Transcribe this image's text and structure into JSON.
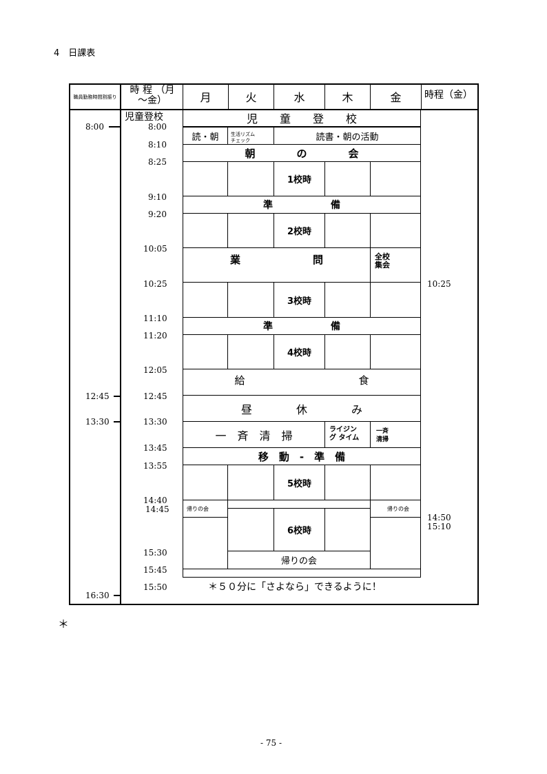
{
  "section_title": "4　日課表",
  "header": {
    "col0": "職員勤務時間割振り",
    "col1": "時 程 （月 ～金）",
    "days": [
      "月",
      "火",
      "水",
      "木",
      "金"
    ],
    "col_fri": "時程（金）"
  },
  "left_times": [
    "8:00",
    "12:45",
    "13:30",
    "16:30"
  ],
  "time_labels": [
    "8:00",
    "8:10",
    "8:25",
    "9:10",
    "9:20",
    "10:05",
    "10:25",
    "11:10",
    "11:20",
    "12:05",
    "12:45",
    "13:30",
    "13:45",
    "13:55",
    "14:40",
    "14:45",
    "15:30",
    "15:45",
    "15:50"
  ],
  "arrival_label": "児童登校",
  "rows": {
    "arrival": "児　　童　　登　　校",
    "reading": "読・朝",
    "lifestyle_check": "生活リズム チェック",
    "reading_activity": "読書・朝の活動",
    "morning_meeting": "朝　　　　の　　　　会",
    "period1": "1校時",
    "prep": "準　　　　　　備",
    "period2": "2校時",
    "break": "業　　　　　　　問",
    "assembly": "全校 集会",
    "period3": "3校時",
    "period4": "4校時",
    "lunch": "給　　　　　　　　　　　食",
    "recess": "昼　　　　休　　　　み",
    "cleaning": "一　斉　清　掃",
    "rising_time": "ライジング タイム",
    "cleaning_fri": "一斉 清掃",
    "move_prep": "移　動　-　準　備",
    "period5": "5校時",
    "home_meeting_mon": "帰りの会",
    "home_meeting_fri": "帰りの会",
    "period6": "6校時",
    "home_meeting": "帰りの会",
    "goodbye_note": "＊５０分に「さよなら」できるように！"
  },
  "right_times": [
    "10:25",
    "14:50",
    "15:10"
  ],
  "footnote_mark": "＊",
  "page_number": "- 75 -"
}
